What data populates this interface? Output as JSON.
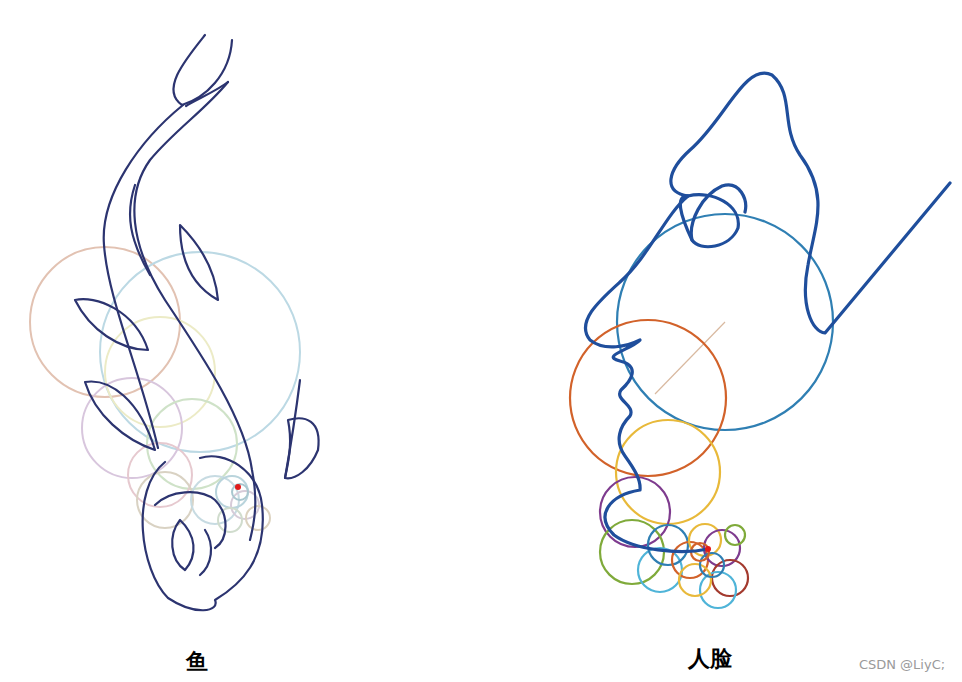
{
  "diagram": {
    "labels": [
      "鱼",
      "人脸",
      "CSDN @LiyC;"
    ]
  }
}
